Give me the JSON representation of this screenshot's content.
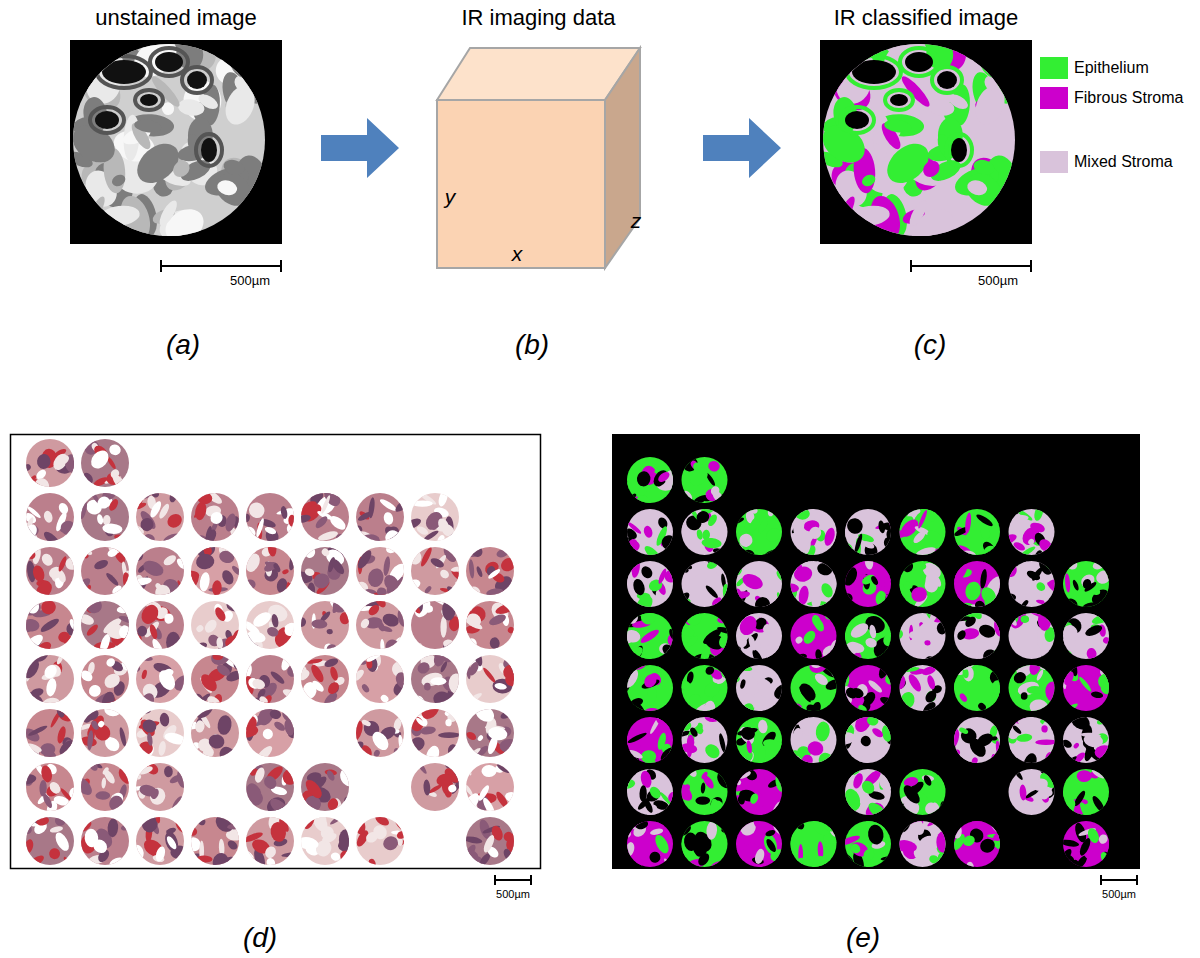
{
  "diagram": {
    "nodes": [
      {
        "text": [
          "unstained image"
        ]
      },
      {
        "text": [
          "IR imaging data"
        ]
      },
      {
        "text": [
          "IR classified image"
        ]
      }
    ],
    "edges": [
      {
        "from": 0,
        "to": 1,
        "arrow": "to"
      },
      {
        "from": 1,
        "to": 2,
        "arrow": "to"
      }
    ],
    "labels": [
      "500µm",
      "y",
      "x",
      "z",
      "500µm",
      "(a)",
      "(b)",
      "(c)",
      "500µm",
      "500µm",
      "(d)",
      "(e)"
    ],
    "legend": [
      {
        "text": "Epithelium",
        "color": "#33ee33"
      },
      {
        "text": "Fibrous Stroma",
        "color": "#cc00cc"
      },
      {
        "text": "Mixed Stroma",
        "color": "#d9c3db"
      }
    ]
  }
}
